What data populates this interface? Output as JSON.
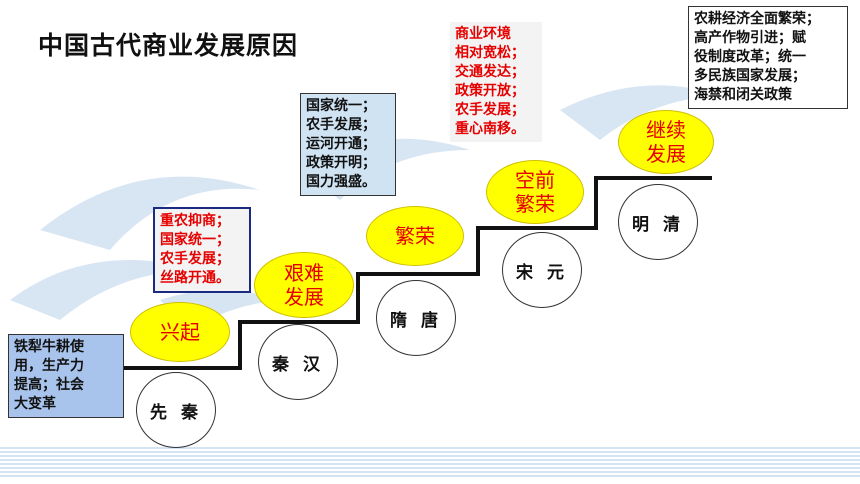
{
  "title": "中国古代商业发展原因",
  "stages": [
    {
      "era": "先 秦",
      "status": "兴起",
      "reasons": [
        "铁犁牛耕使",
        "用，生产力",
        "提高；社会",
        "大变革"
      ]
    },
    {
      "era": "秦 汉",
      "status": [
        "艰难",
        "发展"
      ],
      "reasons": [
        "重农抑商；",
        "国家统一；",
        "农手发展；",
        "丝路开通。"
      ]
    },
    {
      "era": "隋 唐",
      "status": "繁荣",
      "reasons": [
        "国家统一；",
        "农手发展；",
        "运河开通；",
        "政策开明；",
        "国力强盛。"
      ]
    },
    {
      "era": "宋 元",
      "status": [
        "空前",
        "繁荣"
      ],
      "reasons": [
        "商业环境",
        "相对宽松；",
        "交通发达；",
        "政策开放；",
        "农手发展；",
        "重心南移。"
      ]
    },
    {
      "era": "明 清",
      "status": [
        "继续",
        "发展"
      ],
      "reasons": [
        "农耕经济全面繁荣；",
        "高产作物引进；赋",
        "役制度改革；统一",
        "多民族国家发展；",
        "海禁和闭关政策"
      ]
    }
  ],
  "colors": {
    "stair": "#111111",
    "ellipse_fill": "#ffff00",
    "highlight_text": "#e60000",
    "box_blue": "#a9c4ec",
    "box_lightblue": "#cfe3f3"
  }
}
